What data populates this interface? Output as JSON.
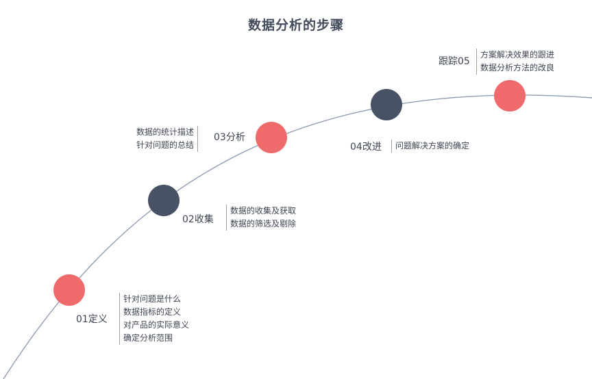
{
  "title": "数据分析的步骤",
  "colors": {
    "accent_red": "#ef6b6b",
    "accent_dark": "#485265",
    "curve": "#8f9bb3"
  },
  "steps": [
    {
      "label": "01定义",
      "descriptions": [
        "针对问题是什么",
        "数据指标的定义",
        "对产品的实际意义",
        "确定分析范围"
      ]
    },
    {
      "label": "02收集",
      "descriptions": [
        "数据的收集及获取",
        "数据的筛选及剔除"
      ]
    },
    {
      "label": "03分析",
      "descriptions": [
        "数据的统计描述",
        "针对问题的总结"
      ]
    },
    {
      "label": "04改进",
      "descriptions": [
        "问题解决方案的确定"
      ]
    },
    {
      "label": "跟踪05",
      "descriptions": [
        "方案解决效果的跟进",
        "数据分析方法的改良"
      ]
    }
  ]
}
